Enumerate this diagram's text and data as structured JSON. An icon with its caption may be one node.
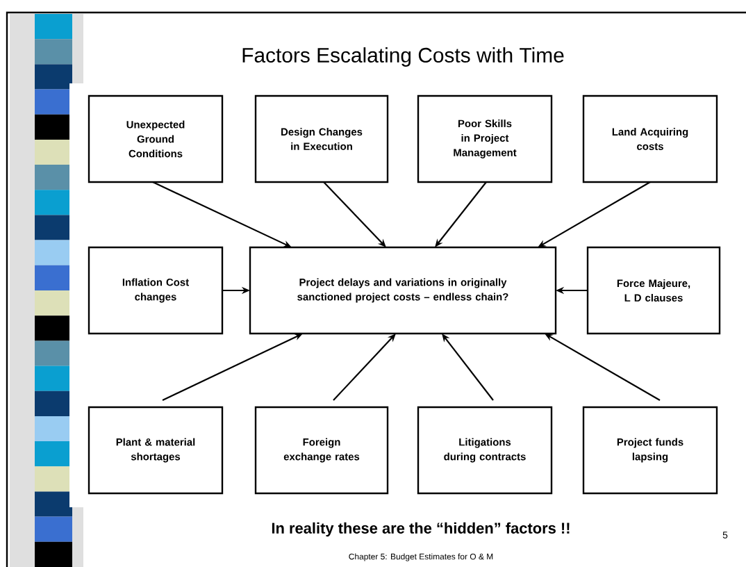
{
  "diagram": {
    "title": "Factors Escalating Costs with Time",
    "caption": "In reality these are the “hidden” factors !!",
    "nodes": [
      {
        "text": [
          "Unexpected Ground Conditions"
        ]
      },
      {
        "text": [
          "Design Changes in Execution"
        ]
      },
      {
        "text": [
          "Poor Skills in Project Management"
        ]
      },
      {
        "text": [
          "Land Acquiring costs"
        ]
      },
      {
        "text": [
          "Inflation Cost changes"
        ]
      },
      {
        "text": [
          "Project delays and variations in originally sanctioned project costs – endless chain?"
        ]
      },
      {
        "text": [
          "Force Majeure, L D clauses"
        ]
      },
      {
        "text": [
          "Plant & material shortages"
        ]
      },
      {
        "text": [
          "Foreign exchange rates"
        ]
      },
      {
        "text": [
          "Litigations during contracts"
        ]
      },
      {
        "text": [
          "Project funds lapsing"
        ]
      }
    ],
    "edges": [
      {
        "from": 0,
        "to": 5,
        "arrow": "to"
      },
      {
        "from": 1,
        "to": 5,
        "arrow": "to"
      },
      {
        "from": 2,
        "to": 5,
        "arrow": "to"
      },
      {
        "from": 3,
        "to": 5,
        "arrow": "to"
      },
      {
        "from": 4,
        "to": 5,
        "arrow": "to"
      },
      {
        "from": 6,
        "to": 5,
        "arrow": "to"
      },
      {
        "from": 7,
        "to": 5,
        "arrow": "to"
      },
      {
        "from": 8,
        "to": 5,
        "arrow": "to"
      },
      {
        "from": 9,
        "to": 5,
        "arrow": "to"
      },
      {
        "from": 10,
        "to": 5,
        "arrow": "to"
      }
    ],
    "labels": [
      "5",
      "Chapter 5: Budget Estimates for O & M"
    ]
  }
}
